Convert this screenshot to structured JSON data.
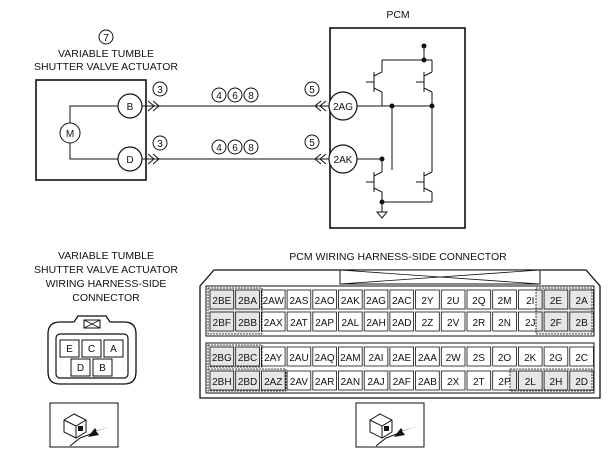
{
  "actuator": {
    "number_label": "7",
    "title_line1": "VARIABLE TUMBLE",
    "title_line2": "SHUTTER VALVE ACTUATOR",
    "pin_b": "B",
    "pin_d": "D",
    "motor_symbol": "M"
  },
  "wires": {
    "label_left_top": "3",
    "label_left_bottom": "3",
    "labels_mid_top": [
      "4",
      "6",
      "8"
    ],
    "labels_mid_bottom": [
      "4",
      "6",
      "8"
    ],
    "label_right_top": "5",
    "label_right_bottom": "5"
  },
  "pcm": {
    "title": "PCM",
    "pin_top": "2AG",
    "pin_bottom": "2AK"
  },
  "actuator_connector": {
    "title_line1": "VARIABLE TUMBLE",
    "title_line2": "SHUTTER VALVE ACTUATOR",
    "title_line3": "WIRING HARNESS-SIDE",
    "title_line4": "CONNECTOR",
    "pins_row1": [
      "E",
      "C",
      "A"
    ],
    "pins_row2": [
      "D",
      "B"
    ]
  },
  "pcm_connector": {
    "title": "PCM WIRING HARNESS-SIDE CONNECTOR",
    "upper_rows": [
      [
        "2BE",
        "2BA",
        "2AW",
        "2AS",
        "2AO",
        "2AK",
        "2AG",
        "2AC",
        "2Y",
        "2U",
        "2Q",
        "2M",
        "2I",
        "2E",
        "2A"
      ],
      [
        "2BF",
        "2BB",
        "2AX",
        "2AT",
        "2AP",
        "2AL",
        "2AH",
        "2AD",
        "2Z",
        "2V",
        "2R",
        "2N",
        "2J",
        "2F",
        "2B"
      ]
    ],
    "lower_rows": [
      [
        "2BG",
        "2BC",
        "2AY",
        "2AU",
        "2AQ",
        "2AM",
        "2AI",
        "2AE",
        "2AA",
        "2W",
        "2S",
        "2O",
        "2K",
        "2G",
        "2C"
      ],
      [
        "2BH",
        "2BD",
        "2AZ",
        "2AV",
        "2AR",
        "2AN",
        "2AJ",
        "2AF",
        "2AB",
        "2X",
        "2T",
        "2P",
        "2L",
        "2H",
        "2D"
      ]
    ]
  }
}
